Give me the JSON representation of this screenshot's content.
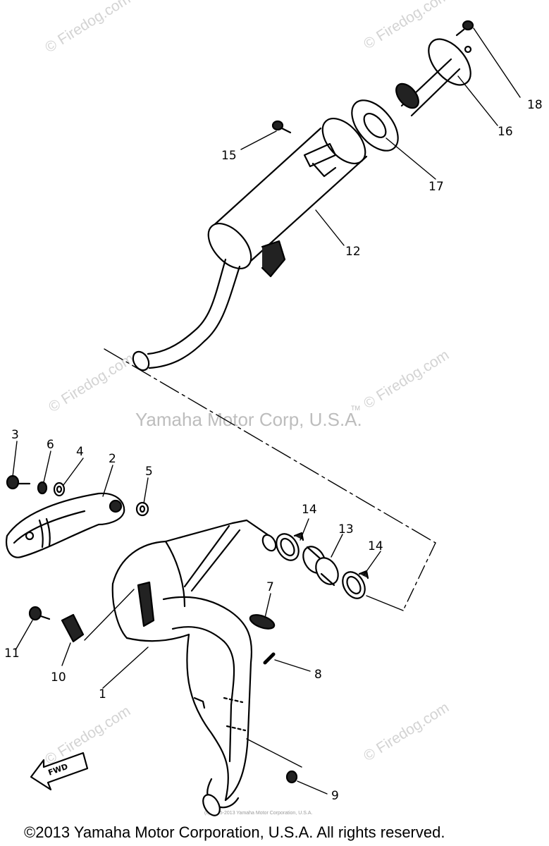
{
  "watermark": {
    "text": "© Firedog.com",
    "center_text": "Yamaha Motor Corp, U.S.A.",
    "tm": "TM",
    "small_text": "(c) 2005-2013 Yamaha Motor Corporation, U.S.A."
  },
  "callouts": [
    "1",
    "2",
    "3",
    "4",
    "5",
    "6",
    "7",
    "8",
    "9",
    "10",
    "11",
    "12",
    "13",
    "14",
    "14",
    "15",
    "16",
    "17",
    "18"
  ],
  "fwd_label": "FWD",
  "copyright": "©2013 Yamaha Motor Corporation, U.S.A. All rights reserved."
}
